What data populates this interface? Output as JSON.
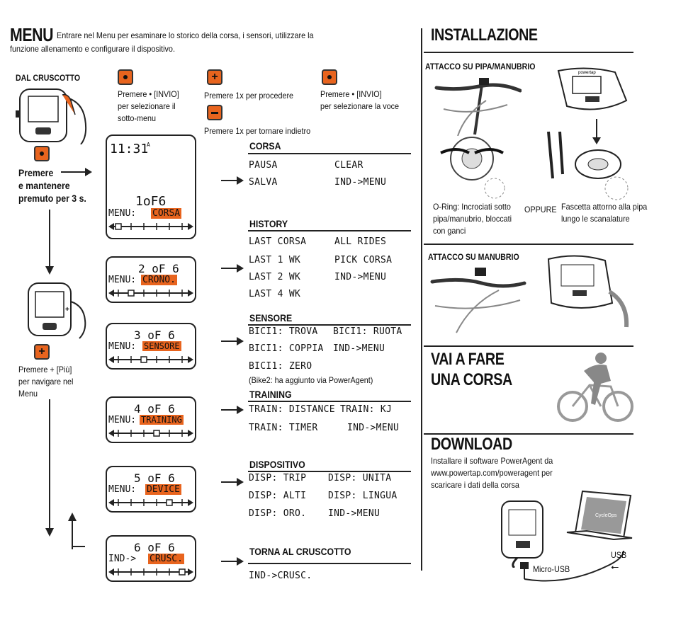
{
  "menu": {
    "title": "MENU",
    "intro_line1": "Entrare nel Menu per esaminare lo storico della corsa, i sensori, utilizzare la",
    "intro_line2": "funzione allenamento e configurare il dispositivo.",
    "dal_cruscotto": "DAL CRUSCOTTO",
    "press_hold_1": "Premere",
    "press_hold_2": "e mantenere",
    "press_hold_3": "premuto per 3 s.",
    "press_plus_1": "Premere + [Più]",
    "press_plus_2": "per navigare nel",
    "press_plus_3": "Menu",
    "legend_enter_1": "Premere • [INVIO]",
    "legend_enter_2": "per selezionare il",
    "legend_enter_3": "sotto-menu",
    "legend_plus": "Premere 1x per procedere",
    "legend_minus": "Premere 1x per tornare indietro",
    "legend_select_1": "Premere • [INVIO]",
    "legend_select_2": "per selezionare la voce"
  },
  "screens": [
    {
      "clock": "11:31",
      "clock_sup": "A",
      "count": "1oF6",
      "label": "MENU:",
      "value": "CORSA",
      "pos": 0
    },
    {
      "count": "2 oF 6",
      "label": "MENU:",
      "value": "CRONO.",
      "pos": 1
    },
    {
      "count": "3 oF 6",
      "label": "MENU:",
      "value": "SENSORE",
      "pos": 2
    },
    {
      "count": "4 oF 6",
      "label": "MENU:",
      "value": "TRAINING",
      "pos": 3
    },
    {
      "count": "5 oF 6",
      "label": "MENU:",
      "value": "DEVICE",
      "pos": 4
    },
    {
      "count": "6 oF 6",
      "label": "IND->",
      "value": "CRUSC.",
      "pos": 5
    }
  ],
  "sections": {
    "corsa": {
      "title": "CORSA",
      "items": [
        "PAUSA",
        "CLEAR",
        "SALVA",
        "IND->MENU"
      ]
    },
    "history": {
      "title": "HISTORY",
      "items": [
        "LAST CORSA",
        "ALL RIDES",
        "LAST 1 WK",
        "PICK CORSA",
        "LAST 2 WK",
        "IND->MENU",
        "LAST 4 WK"
      ]
    },
    "sensore": {
      "title": "SENSORE",
      "items": [
        "BICI1: TROVA",
        "BICI1: RUOTA",
        "BICI1: COPPIA",
        "IND->MENU",
        "BICI1: ZERO"
      ],
      "note": "(Bike2: ha aggiunto via PowerAgent)"
    },
    "training": {
      "title": "TRAINING",
      "items": [
        "TRAIN: DISTANCE",
        "TRAIN: KJ",
        "TRAIN: TIMER",
        "IND->MENU"
      ]
    },
    "dispositivo": {
      "title": "DISPOSITIVO",
      "items": [
        "DISP: TRIP",
        "DISP: UNITA",
        "DISP: ALTI",
        "DISP: LINGUA",
        "DISP: ORO.",
        "IND->MENU"
      ]
    },
    "torna": {
      "title": "TORNA AL CRUSCOTTO",
      "items": [
        "IND->CRUSC."
      ]
    }
  },
  "installazione": {
    "title": "INSTALLAZIONE",
    "attacco_pipa": "ATTACCO SU PIPA/MANUBRIO",
    "oring_1": "O-Ring: Incrociati sotto",
    "oring_2": "pipa/manubrio, bloccati",
    "oring_3": "con ganci",
    "oppure": "OPPURE",
    "fascetta_1": "Fascetta attorno alla pipa",
    "fascetta_2": "lungo le scanalature",
    "attacco_manubrio": "ATTACCO SU MANUBRIO",
    "device_brand": "powertap"
  },
  "vai": {
    "title_1": "VAI A FARE",
    "title_2": "UNA CORSA"
  },
  "download": {
    "title": "DOWNLOAD",
    "line1": "Installare il software PowerAgent da",
    "line2": "www.powertap.com/poweragent per",
    "line3": "scaricare i dati della corsa",
    "usb": "USB",
    "micro_usb": "Micro-USB",
    "laptop_logo": "CycleOps"
  },
  "colors": {
    "accent": "#e8641e",
    "ink": "#222222"
  }
}
